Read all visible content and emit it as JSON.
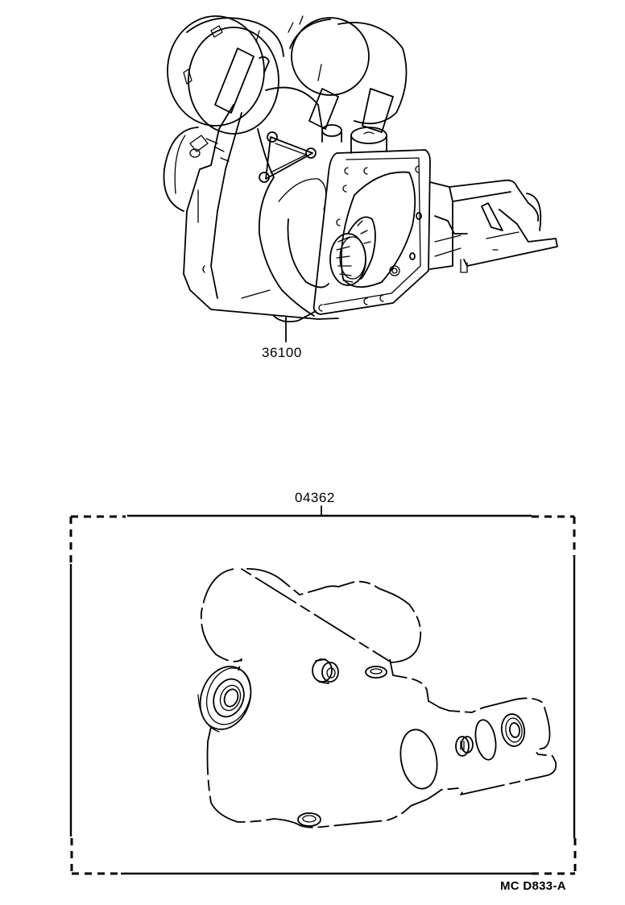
{
  "diagram": {
    "type": "parts-catalog-exploded-view",
    "background": "#ffffff",
    "line_color": "#000000",
    "parts": [
      {
        "id": "transfer-assembly",
        "part_number": "36100"
      },
      {
        "id": "gasket-kit",
        "part_number": "04362"
      }
    ],
    "kit_contents": [
      "gasket",
      "oil-seal-large",
      "oil-seal-small",
      "plug",
      "o-ring-large",
      "o-ring-small",
      "washer-top",
      "washer-bottom"
    ],
    "reference_code": "MC D833-A"
  },
  "labels": {
    "part_36100": "36100",
    "part_04362": "04362",
    "reference": "MC D833-A"
  }
}
